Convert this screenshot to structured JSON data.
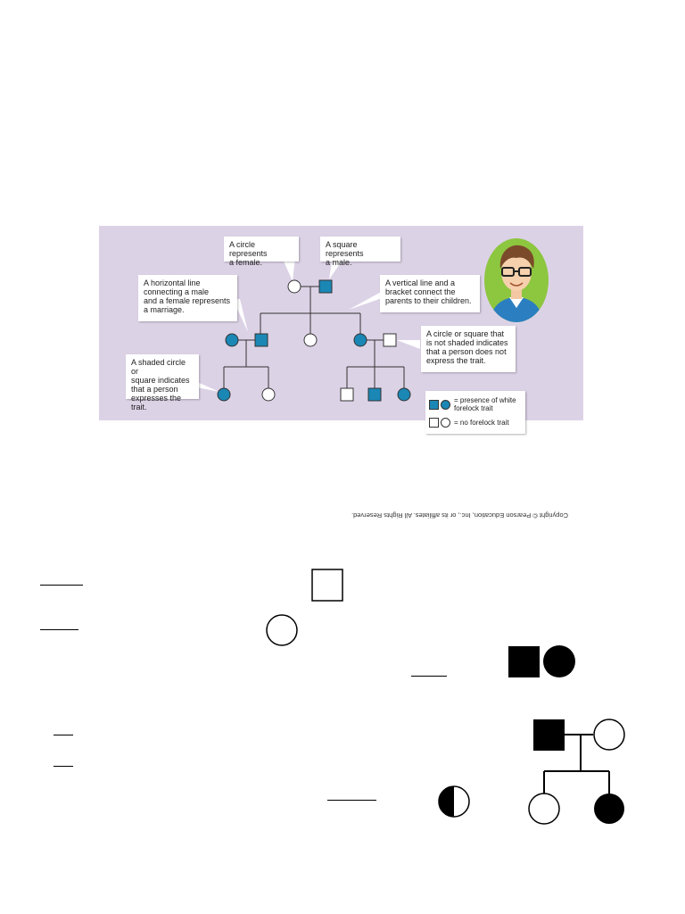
{
  "figure": {
    "callouts": {
      "circle_female": "A circle represents\na female.",
      "square_male": "A square represents\na male.",
      "horizontal_line": "A horizontal line\nconnecting a male\nand a female represents\na marriage.",
      "vertical_line": "A vertical line and a\nbracket connect the\nparents to their children.",
      "unshaded": "A circle or square that\nis not shaded indicates\nthat a person does not\nexpress the trait.",
      "shaded": "A shaded circle or\nsquare indicates\nthat a person\nexpresses the trait."
    },
    "legend": {
      "presence": "= presence of white\nforelock trait",
      "absence": "= no forelock trait"
    },
    "colors": {
      "background": "#dcd2e6",
      "shaded": "#1a87b5"
    }
  },
  "copyright": "Copyright © Pearson Education, Inc., or its affiliates. All Rights Reserved."
}
